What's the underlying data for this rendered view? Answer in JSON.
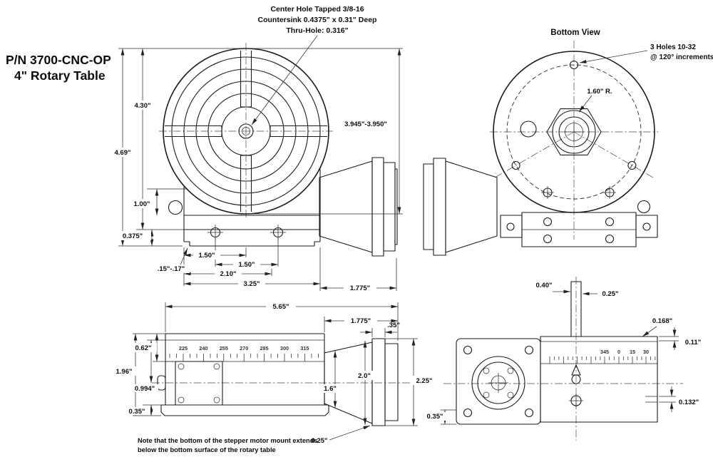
{
  "title_block": {
    "part_number": "P/N 3700-CNC-OP",
    "product_name": "4\" Rotary Table"
  },
  "callouts": {
    "center_hole": {
      "line1": "Center Hole Tapped 3/8-16",
      "line2": "Countersink 0.4375\" x 0.31\" Deep",
      "line3": "Thru-Hole: 0.316\""
    },
    "bottom_view_title": "Bottom View",
    "bolt_holes": {
      "line1": "3 Holes 10-32",
      "line2": "@ 120° increments"
    },
    "bolt_circle_radius": "1.60\" R.",
    "footnote": {
      "line1": "Note that the bottom of the stepper motor mount extends",
      "line2": "below the bottom surface of the rotary table"
    }
  },
  "front_view": {
    "dims": {
      "height_430": "4.30\"",
      "height_469": "4.69\"",
      "base_100": "1.00\"",
      "base_0375": "0.375\"",
      "slot_150_left": "1.50\"",
      "holes_150": "1.50\"",
      "width_210": "2.10\"",
      "base_325": "3.25\"",
      "step_1517": ".15\"-.17\"",
      "table_diameter": "3.945\"-3.950\"",
      "motor_1775": "1.775\""
    }
  },
  "side_view": {
    "dims": {
      "overall_565": "5.65\"",
      "motor_1775": "1.775\"",
      "flange_035": ".35\"",
      "top_062": "0.62\"",
      "height_196": "1.96\"",
      "center_0994": "0.994\"",
      "base_035": "0.35\"",
      "cone_16": "1.6\"",
      "motor_20": "2.0\"",
      "motor_225": "2.25\"",
      "offset_025": "0.25\""
    },
    "dial_labels": [
      "225",
      "240",
      "255",
      "270",
      "285",
      "300",
      "315"
    ]
  },
  "back_view": {
    "dims": {
      "rod_040": "0.40\"",
      "rod_025": "0.25\"",
      "edge_0168": "0.168\"",
      "edge_011": "0.11\"",
      "edge_0132": "0.132\"",
      "flange_035": "0.35\""
    },
    "dial_labels": [
      "345",
      "0",
      "15",
      "30"
    ]
  }
}
